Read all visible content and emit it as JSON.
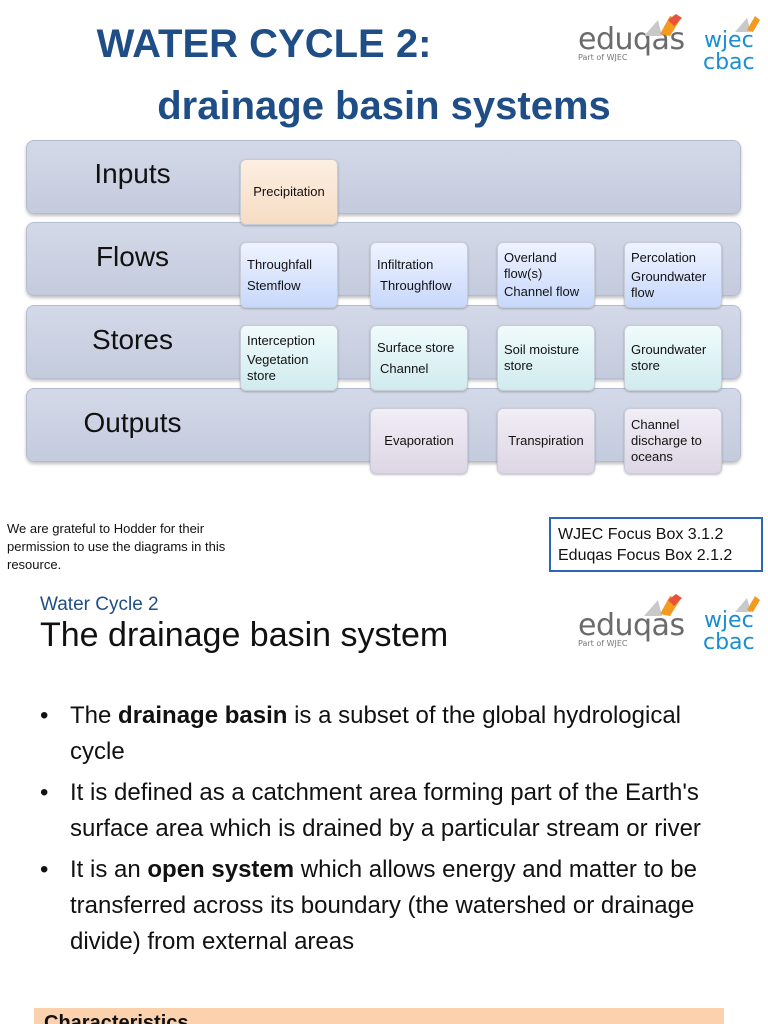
{
  "title_line1": "WATER CYCLE 2:",
  "title_line2": "drainage basin systems",
  "logos": {
    "eduqas": "eduqas",
    "eduqas_sub": "Part of WJEC",
    "wjec_top": "wjec",
    "wjec_bottom": "cbac"
  },
  "diagram": {
    "rows": {
      "inputs": "Inputs",
      "flows": "Flows",
      "stores": "Stores",
      "outputs": "Outputs"
    },
    "inputs": {
      "precipitation": "Precipitation"
    },
    "flows": {
      "b1a": "Throughfall",
      "b1b": "Stemflow",
      "b2a": "Infiltration",
      "b2b": "Throughflow",
      "b3a": "Overland",
      "b3b": "flow(s)",
      "b3c": "Channel flow",
      "b4a": "Percolation",
      "b4b": "Groundwater",
      "b4c": "flow"
    },
    "stores": {
      "b1a": "Interception",
      "b1b": "Vegetation",
      "b1c": "store",
      "b2a": "Surface store",
      "b2b": "Channel",
      "b3a": "Soil moisture",
      "b3b": "store",
      "b4a": "Groundwater",
      "b4b": "store"
    },
    "outputs": {
      "b2": "Evaporation",
      "b3": "Transpiration",
      "b4a": "Channel",
      "b4b": "discharge to",
      "b4c": "oceans"
    }
  },
  "acknowledgement": "We are grateful to Hodder for their permission to use the diagrams in this resource.",
  "focus_box": {
    "line1": "WJEC Focus Box 3.1.2",
    "line2": "Eduqas Focus Box 2.1.2"
  },
  "slide2": {
    "subtitle": "Water Cycle 2",
    "heading": "The drainage basin system",
    "bullets": [
      {
        "pre": "The ",
        "bold": "drainage basin",
        "post": " is a subset of the global hydrological cycle"
      },
      {
        "pre": "It is defined as a catchment area forming part of the Earth's surface area which is drained by a particular stream or river",
        "bold": "",
        "post": ""
      },
      {
        "pre": "It is an ",
        "bold": "open system",
        "post": " which allows energy and matter to be transferred across its boundary (the watershed or drainage divide) from external areas"
      }
    ],
    "bullet_symbol": "•",
    "strip_text": "Characteristics"
  },
  "colors": {
    "title": "#1f4e87",
    "wjec": "#1a8ed0",
    "strip": "#fbd2ad"
  }
}
